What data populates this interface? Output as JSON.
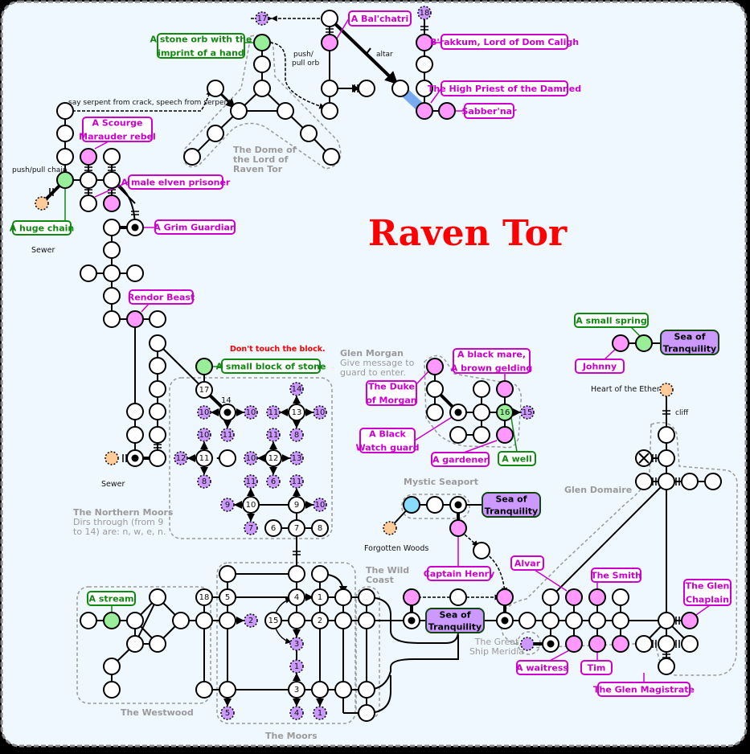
{
  "title": "Raven Tor",
  "colors": {
    "background": "#f0f8ff",
    "npc": "#cc00cc",
    "npc_fill": "#ff99ff",
    "object": "#118811",
    "object_fill": "#99ee99",
    "exit_fill": "#cc99ff",
    "outside_fill": "#ffcc99",
    "ship_fill": "#88ddff",
    "sea_fill": "#cc99ff",
    "sea_stroke": "#114411",
    "area_label": "#9a9a9a",
    "warning": "#ff0000",
    "altar_path": "#77aaee"
  },
  "areas": [
    {
      "name": "The Dome of\nthe Lord of\nRaven Tor"
    },
    {
      "name": "Glen Morgan",
      "note": "Give message to\nguard to enter."
    },
    {
      "name": "Mystic Seaport"
    },
    {
      "name": "The Northern Moors",
      "note": "Dirs through (from 9\nto 14) are: n, w, e, n."
    },
    {
      "name": "Glen Domaire"
    },
    {
      "name": "The Wild\nCoast"
    },
    {
      "name": "The Great\nShip Meridia"
    },
    {
      "name": "The Westwood"
    },
    {
      "name": "The Moors"
    }
  ],
  "npc_labels": [
    "A Bal'chatri",
    "B'rakkum, Lord of Dom Caligh",
    "The High Priest of the Damned",
    "Sabber'nar",
    "A Scourge\nMarauder rebel",
    "A male elven prisoner",
    "A Grim Guardian",
    "Rendor Beast",
    "A black mare,\nA brown gelding",
    "The Duke\nof Morgan",
    "A Black\nWatch guard",
    "A gardener",
    "Johnny",
    "Captain Henry",
    "Alvar",
    "The Smith",
    "The Glen\nChaplain",
    "A waitress",
    "Tim",
    "The Glen Magistrate"
  ],
  "object_labels": [
    "A stone orb with the\nimprint of a hand",
    "A huge chain",
    "A small block of stone",
    "A well",
    "A small spring",
    "A stream"
  ],
  "sea_labels": [
    "Sea of\nTranquility",
    "Sea of\nTranquility",
    "Sea of\nTranquility"
  ],
  "notes": {
    "push_pull_orb": "push/\npull orb",
    "altar": "altar",
    "say_serpent": "say serpent from crack, speech from serpent",
    "push_pull_chain": "push/pull chain",
    "dont_touch": "Don't touch the block.",
    "cliff": "cliff",
    "fourteen": "14"
  },
  "places": {
    "sewer_top": "Sewer",
    "sewer_bottom": "Sewer",
    "forgotten_woods": "Forgotten Woods",
    "heart_of_ether": "Heart of the Ether"
  },
  "exits": [
    "17",
    "18",
    "10",
    "10",
    "11",
    "14",
    "11",
    "10",
    "8",
    "10",
    "12",
    "8",
    "10",
    "11",
    "13",
    "6",
    "11",
    "9",
    "7",
    "11",
    "10",
    "15",
    "2",
    "3",
    "1",
    "5",
    "4",
    "1"
  ],
  "room_numbers": [
    "17",
    "13",
    "11",
    "12",
    "10",
    "9",
    "6",
    "7",
    "8",
    "16",
    "18",
    "5",
    "4",
    "1",
    "15",
    "2",
    "3"
  ]
}
